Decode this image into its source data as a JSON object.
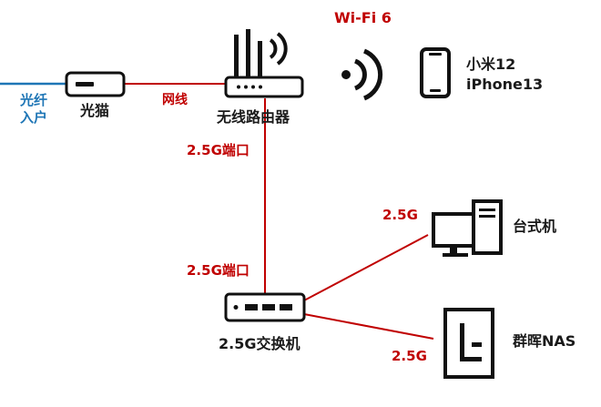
{
  "colors": {
    "fiber": "#1f76b6",
    "link": "#c00000",
    "device": "#111111"
  },
  "icons": {
    "modem": "modem-icon",
    "router": "wifi-router-icon",
    "wifi": "wifi-signal-icon",
    "phone": "smartphone-icon",
    "desktop": "desktop-computer-icon",
    "switch": "network-switch-icon",
    "nas": "nas-icon"
  },
  "labels": {
    "fiber_in": "光纤\n入户",
    "modem": "光猫",
    "cable": "网线",
    "router": "无线路由器",
    "wifi": "Wi-Fi 6",
    "phones": "小米12\niPhone13",
    "router_port": "2.5G端口",
    "switch_port": "2.5G端口",
    "switch": "2.5G交换机",
    "desktop_link": "2.5G",
    "desktop": "台式机",
    "nas_link": "2.5G",
    "nas": "群晖NAS"
  }
}
